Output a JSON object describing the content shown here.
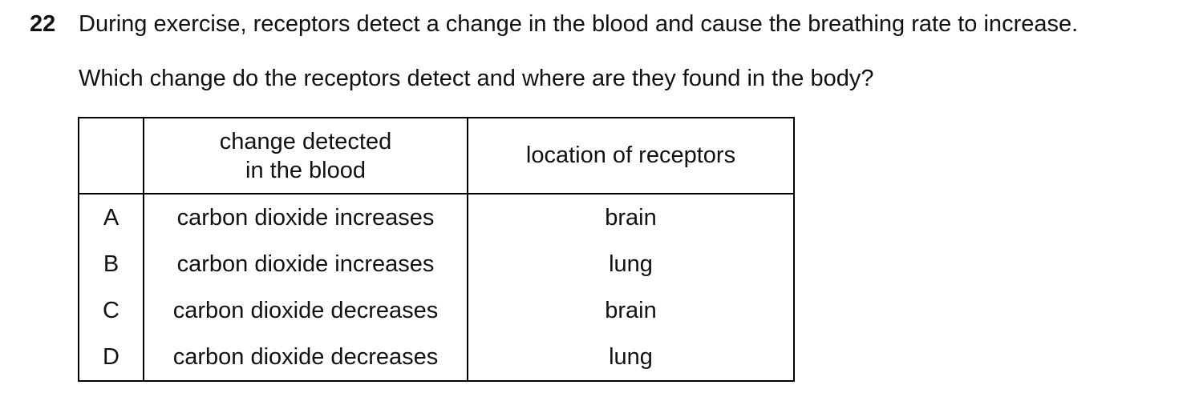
{
  "question": {
    "number": "22",
    "text": "During exercise, receptors detect a change in the blood and cause the breathing rate to increase.",
    "prompt": "Which change do the receptors detect and where are they found in the body?"
  },
  "table": {
    "headers": {
      "letter": "",
      "change": "change detected\nin the blood",
      "location": "location of receptors"
    },
    "rows": [
      {
        "letter": "A",
        "change": "carbon dioxide increases",
        "location": "brain"
      },
      {
        "letter": "B",
        "change": "carbon dioxide increases",
        "location": "lung"
      },
      {
        "letter": "C",
        "change": "carbon dioxide decreases",
        "location": "brain"
      },
      {
        "letter": "D",
        "change": "carbon dioxide decreases",
        "location": "lung"
      }
    ]
  },
  "colors": {
    "text": "#111111",
    "border": "#000000",
    "background": "#ffffff"
  }
}
